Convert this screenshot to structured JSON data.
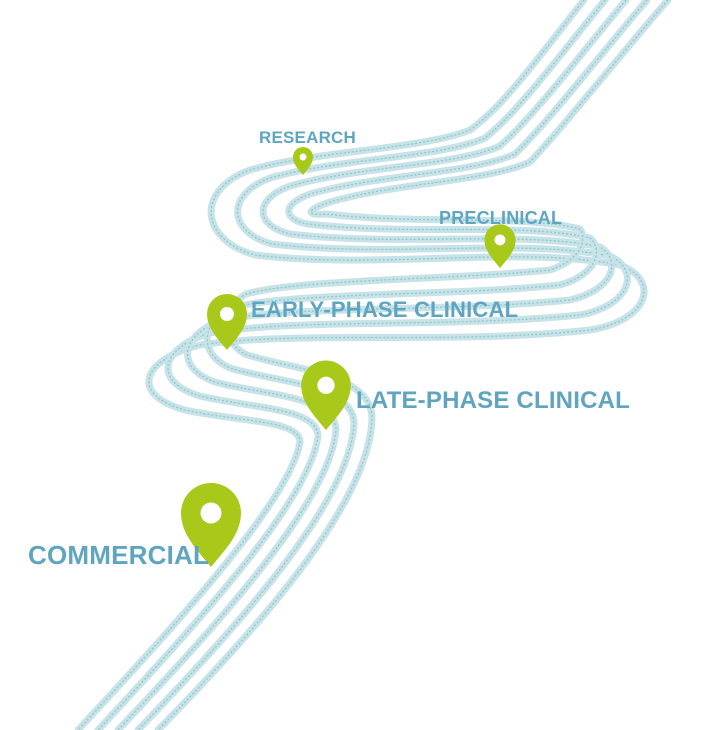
{
  "colors": {
    "road_band": "#c8e2ea",
    "lane_line": "#8ccbbd",
    "pin": "#a8c81a",
    "label": "#5fa5c0"
  },
  "stages": [
    {
      "label": "RESEARCH",
      "icon": "location-pin-icon"
    },
    {
      "label": "PRECLINICAL",
      "icon": "location-pin-icon"
    },
    {
      "label": "EARLY-PHASE CLINICAL",
      "icon": "location-pin-icon"
    },
    {
      "label": "LATE-PHASE CLINICAL",
      "icon": "location-pin-icon"
    },
    {
      "label": "COMMERCIAL",
      "icon": "location-pin-icon"
    }
  ]
}
